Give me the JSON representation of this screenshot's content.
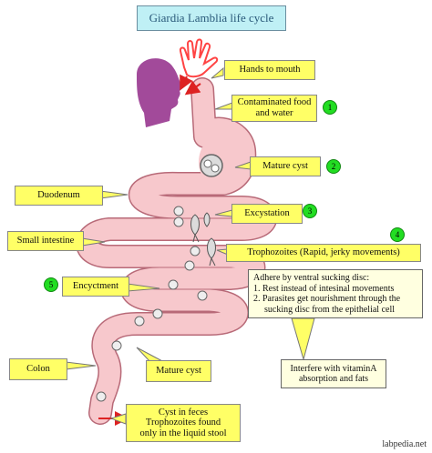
{
  "title": "Giardia Lamblia life cycle",
  "labels": {
    "hands_to_mouth": "Hands to mouth",
    "contaminated_food_line1": "Contaminated food",
    "contaminated_food_line2": "and water",
    "mature_cyst_top": "Mature cyst",
    "duodenum": "Duodenum",
    "excystation": "Excystation",
    "small_intestine": "Small intestine",
    "trophozoites": "Trophozoites (Rapid, jerky movements)",
    "encyctment": "Encyctment",
    "colon": "Colon",
    "mature_cyst_bottom": "Mature cyst",
    "cyst_feces_line1": "Cyst in feces",
    "cyst_feces_line2": "Trophozoites found",
    "cyst_feces_line3": "only in the liquid stool"
  },
  "steps": [
    "1",
    "2",
    "3",
    "4",
    "5"
  ],
  "adhere_note": {
    "line1": "Adhere by ventral sucking disc:",
    "line2": "1. Rest instead of intesinal movements",
    "line3": "2. Parasites get nourishment through the",
    "line4": "sucking disc from the epithelial cell"
  },
  "interfere_note": {
    "line1": "Interfere with vitaminA",
    "line2": "absorption and fats"
  },
  "footer": "labpedia.net",
  "colors": {
    "tube": "#f7c8cc",
    "tube_outline": "#b86a78",
    "callout": "#ffff66",
    "badge": "#22dd22",
    "head": "#a24a9a",
    "hand": "#ff4444",
    "title_bg": "#bff0f5"
  },
  "icons": [
    "hand-icon",
    "head-icon",
    "cyst-icon",
    "trophozoite-icon",
    "arrow-icon"
  ]
}
